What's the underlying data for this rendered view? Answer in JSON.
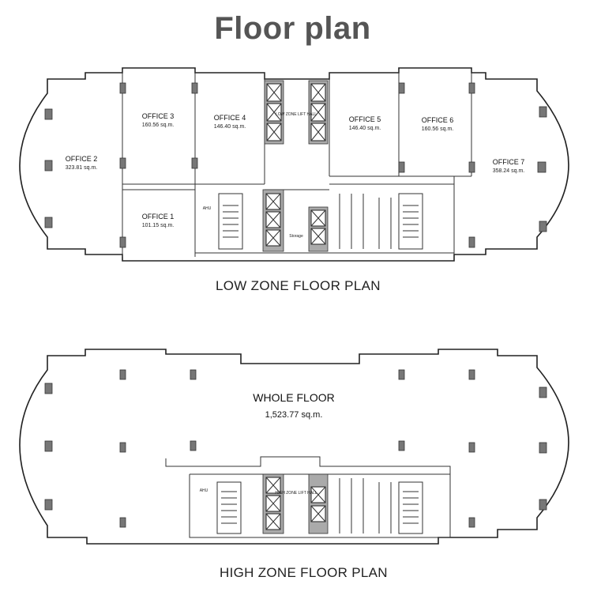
{
  "title": "Floor plan",
  "low_zone": {
    "caption": "LOW ZONE FLOOR PLAN",
    "lift_hall": "LOW ZONE LIFT HALL",
    "storage": "Storage",
    "ahu": "AHU",
    "offices": [
      {
        "name": "OFFICE 1",
        "area": "101.15 sq.m."
      },
      {
        "name": "OFFICE 2",
        "area": "323.81 sq.m."
      },
      {
        "name": "OFFICE 3",
        "area": "160.56 sq.m."
      },
      {
        "name": "OFFICE 4",
        "area": "146.40 sq.m."
      },
      {
        "name": "OFFICE 5",
        "area": "146.40 sq.m."
      },
      {
        "name": "OFFICE 6",
        "area": "160.56 sq.m."
      },
      {
        "name": "OFFICE 7",
        "area": "358.24 sq.m."
      }
    ]
  },
  "high_zone": {
    "caption": "HIGH ZONE FLOOR PLAN",
    "whole_floor": "WHOLE FLOOR",
    "whole_floor_area": "1,523.77 sq.m.",
    "lift_hall": "HIGH ZONE LIFT HALL",
    "ahu": "AHU"
  }
}
